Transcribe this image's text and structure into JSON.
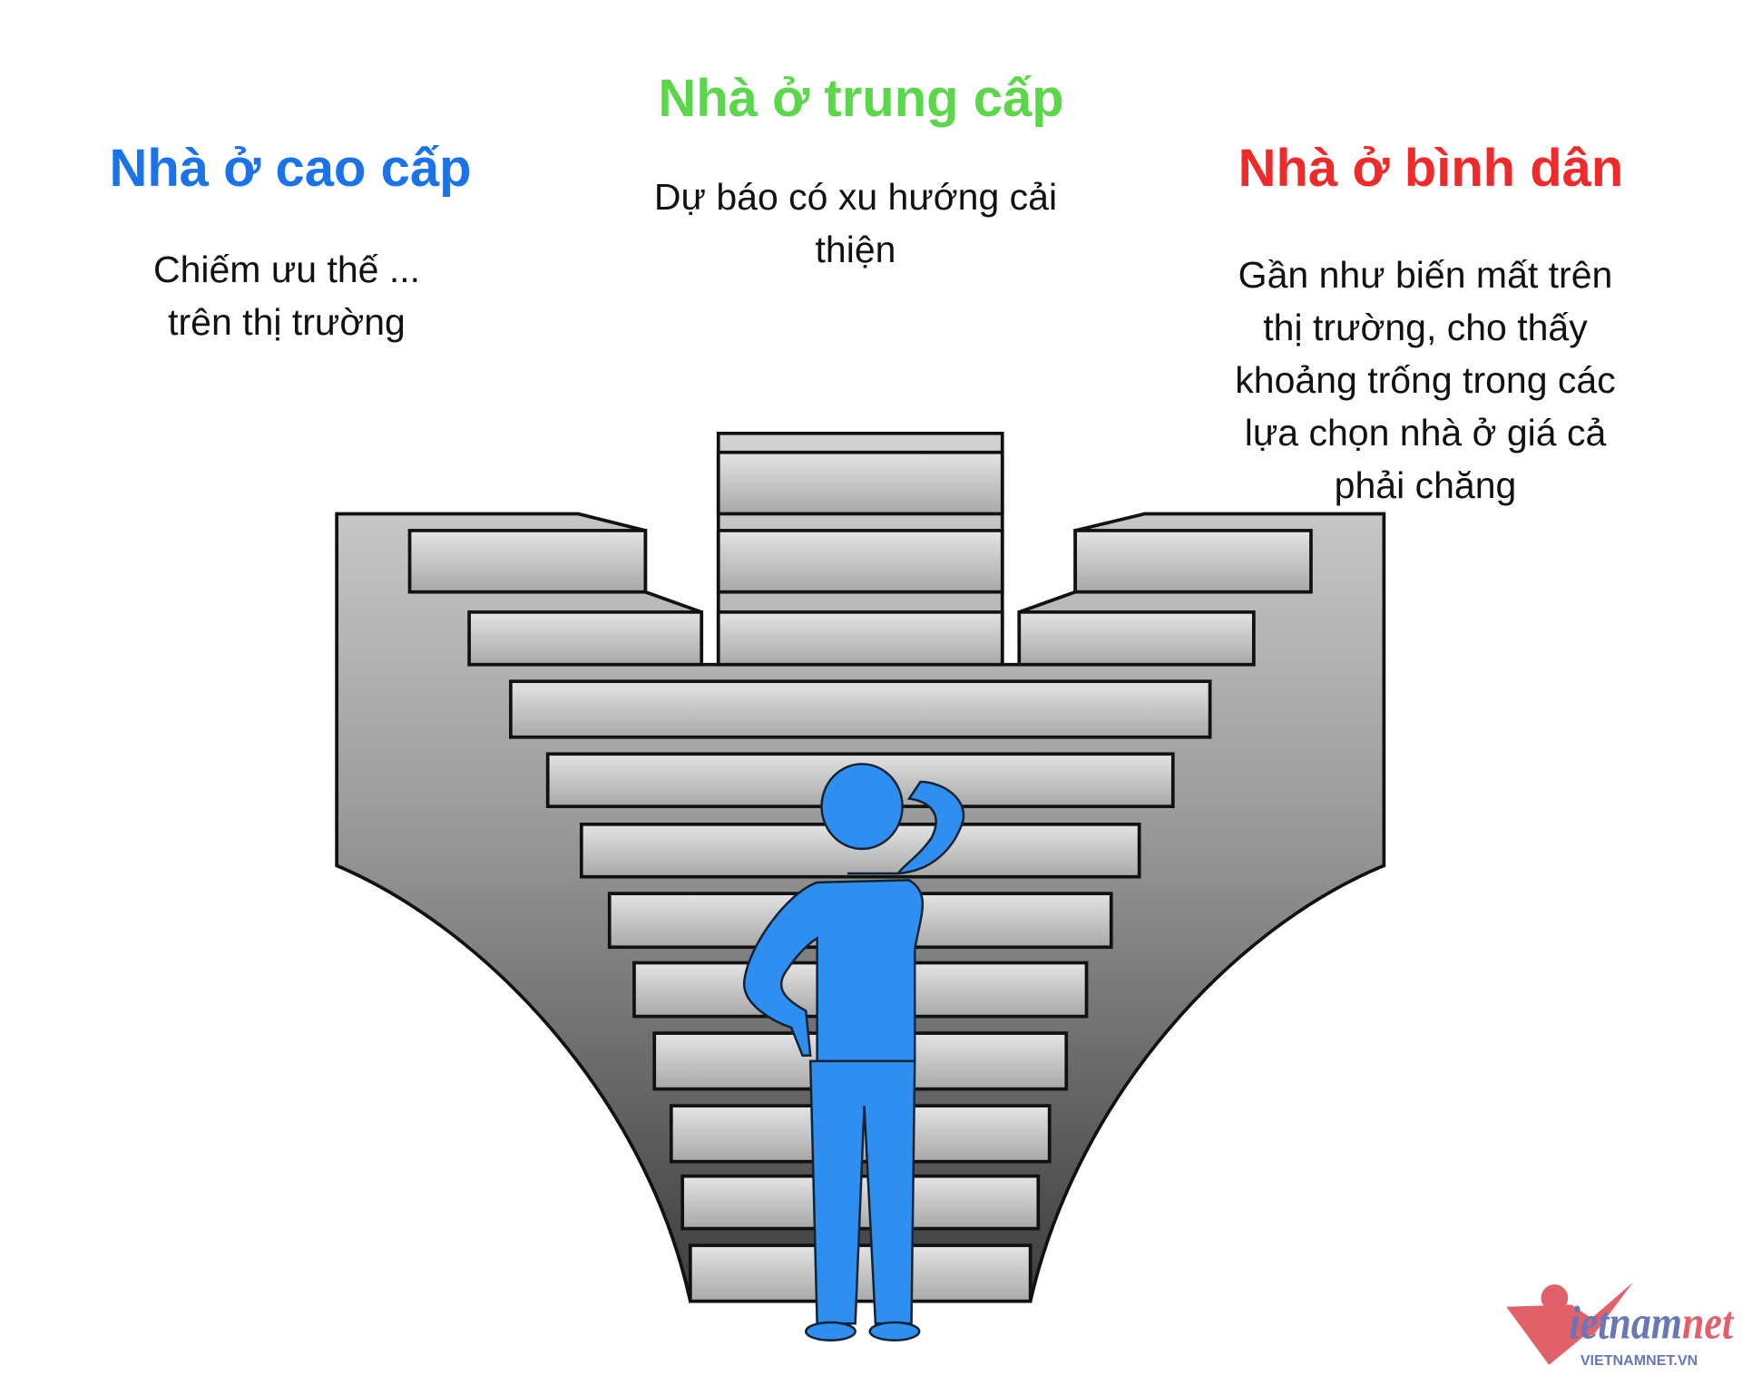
{
  "columns": [
    {
      "title": "Nhà ở cao cấp",
      "color": "#1a73e8",
      "lines": [
        "Chiếm ưu thế ...",
        "trên thị trường"
      ]
    },
    {
      "title": "Nhà ở trung cấp",
      "color": "#5cd64a",
      "lines": [
        "Dự báo có xu hướng cải",
        "thiện"
      ]
    },
    {
      "title": "Nhà ở bình dân",
      "color": "#ee2a2a",
      "lines": [
        "Gần như biến mất trên",
        "thị trường, cho thấy",
        "khoảng trống trong các",
        "lựa chọn nhà ở giá cả",
        "phải chăng"
      ]
    }
  ],
  "logo": {
    "main_blue": "ietnam",
    "main_red": "net",
    "sub": "VIETNAMNET.VN",
    "blue": "#6a77b6",
    "red": "#e0616a"
  },
  "figure_color": "#2f8ff0"
}
